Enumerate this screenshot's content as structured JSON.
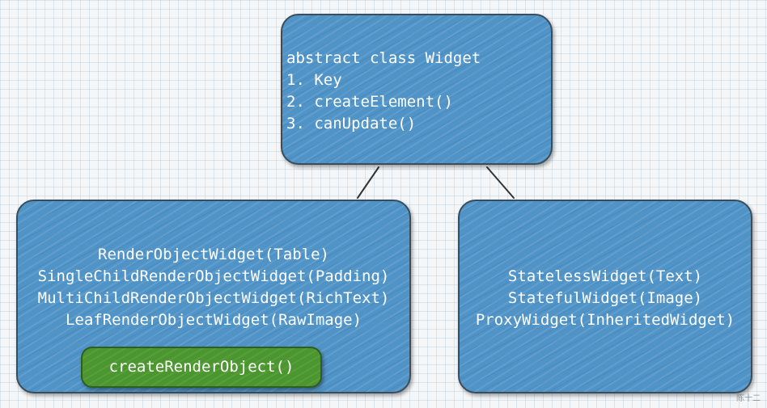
{
  "diagram": {
    "root": {
      "lines": [
        "abstract class Widget",
        "1. Key",
        "2. createElement()",
        "3. canUpdate()"
      ]
    },
    "left": {
      "lines": [
        "RenderObjectWidget(Table)",
        "SingleChildRenderObjectWidget(Padding)",
        "MultiChildRenderObjectWidget(RichText)",
        "LeafRenderObjectWidget(RawImage)"
      ],
      "method_label": "createRenderObject()"
    },
    "right": {
      "lines": [
        "StatelessWidget(Text)",
        "StatefulWidget(Image)",
        "ProxyWidget(InheritedWidget)"
      ]
    },
    "watermark": "陈十二",
    "colors": {
      "box": "#4f93c7",
      "method_box": "#4b962e",
      "background": "#f4f6f8"
    }
  }
}
